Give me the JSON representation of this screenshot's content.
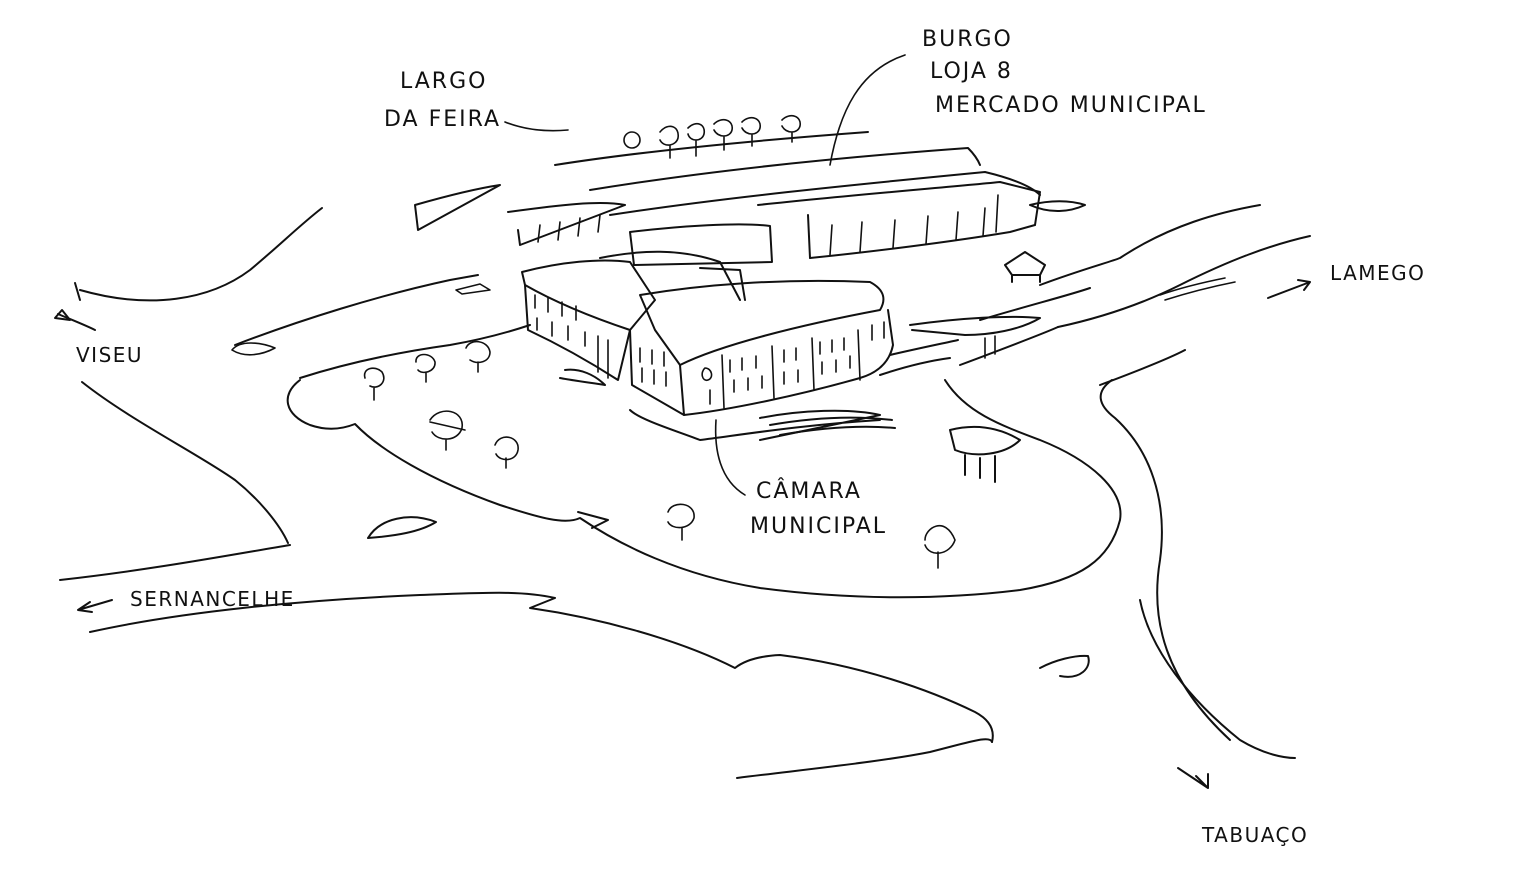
{
  "labels": {
    "largo_line1": "LARGO",
    "largo_line2": "DA FEIRA",
    "burgo_line1": "BURGO",
    "burgo_line2": "LOJA 8",
    "burgo_line3": "MERCADO MUNICIPAL",
    "camara_line1": "CÂMARA",
    "camara_line2": "MUNICIPAL",
    "viseu": "VISEU",
    "lamego": "LAMEGO",
    "sernancelhe": "SERNANCELHE",
    "tabuaco": "TABUAÇO"
  },
  "colors": {
    "ink": "#111111",
    "paper": "#ffffff"
  }
}
